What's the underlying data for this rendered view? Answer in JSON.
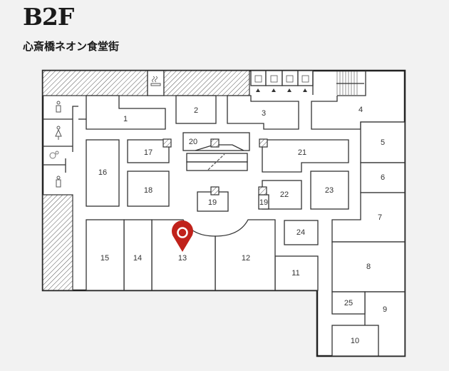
{
  "header": {
    "floor": "B2F",
    "area_name": "心斎橋ネオン食堂街"
  },
  "colors": {
    "pin": "#c0221b",
    "background": "#f2f2f2",
    "line": "#333333"
  },
  "map": {
    "rooms": {
      "r1": "1",
      "r2": "2",
      "r3": "3",
      "r4": "4",
      "r5": "5",
      "r6": "6",
      "r7": "7",
      "r8": "8",
      "r9": "9",
      "r10": "10",
      "r11": "11",
      "r12": "12",
      "r13": "13",
      "r14": "14",
      "r15": "15",
      "r16": "16",
      "r17": "17",
      "r18": "18",
      "r19a": "19",
      "r19b": "19",
      "r20": "20",
      "r21": "21",
      "r22": "22",
      "r23": "23",
      "r24": "24",
      "r25": "25"
    },
    "current_location_room": "13",
    "icons": [
      "smoking-area-icon",
      "elevator-icon",
      "restroom-female-icon",
      "restroom-male-icon",
      "accessible-restroom-icon",
      "baby-room-icon",
      "escalator-icon",
      "stairs-icon"
    ]
  }
}
